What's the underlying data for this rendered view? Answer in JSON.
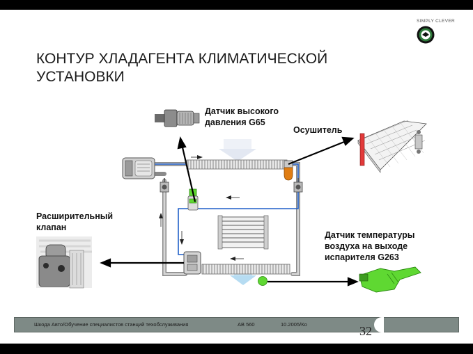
{
  "brand": {
    "slogan": "SIMPLY CLEVER"
  },
  "title": "КОНТУР ХЛАДАГЕНТА КЛИМАТИЧЕСКОЙ УСТАНОВКИ",
  "labels": {
    "high_pressure_sensor": "Датчик высокого давления G65",
    "dryer": "Осушитель",
    "expansion_valve": "Расширительный клапан",
    "air_temp_sensor": "Датчик температуры воздуха на выходе испарителя G263"
  },
  "footer": {
    "org": "Шкода Авто/Обучение специалистов станций техобслуживания",
    "code": "AB 560",
    "date": "10.2005/Ко",
    "page": "32"
  },
  "colors": {
    "pipe_dark": "#7d7d7d",
    "pipe_light": "#cfcfcf",
    "flow_blue": "#1f5fc8",
    "sensor_green": "#5fd832",
    "filter_orange": "#e07d12",
    "airflow_blue": "#dfe6f2",
    "footer_bar": "#7e8a86"
  }
}
